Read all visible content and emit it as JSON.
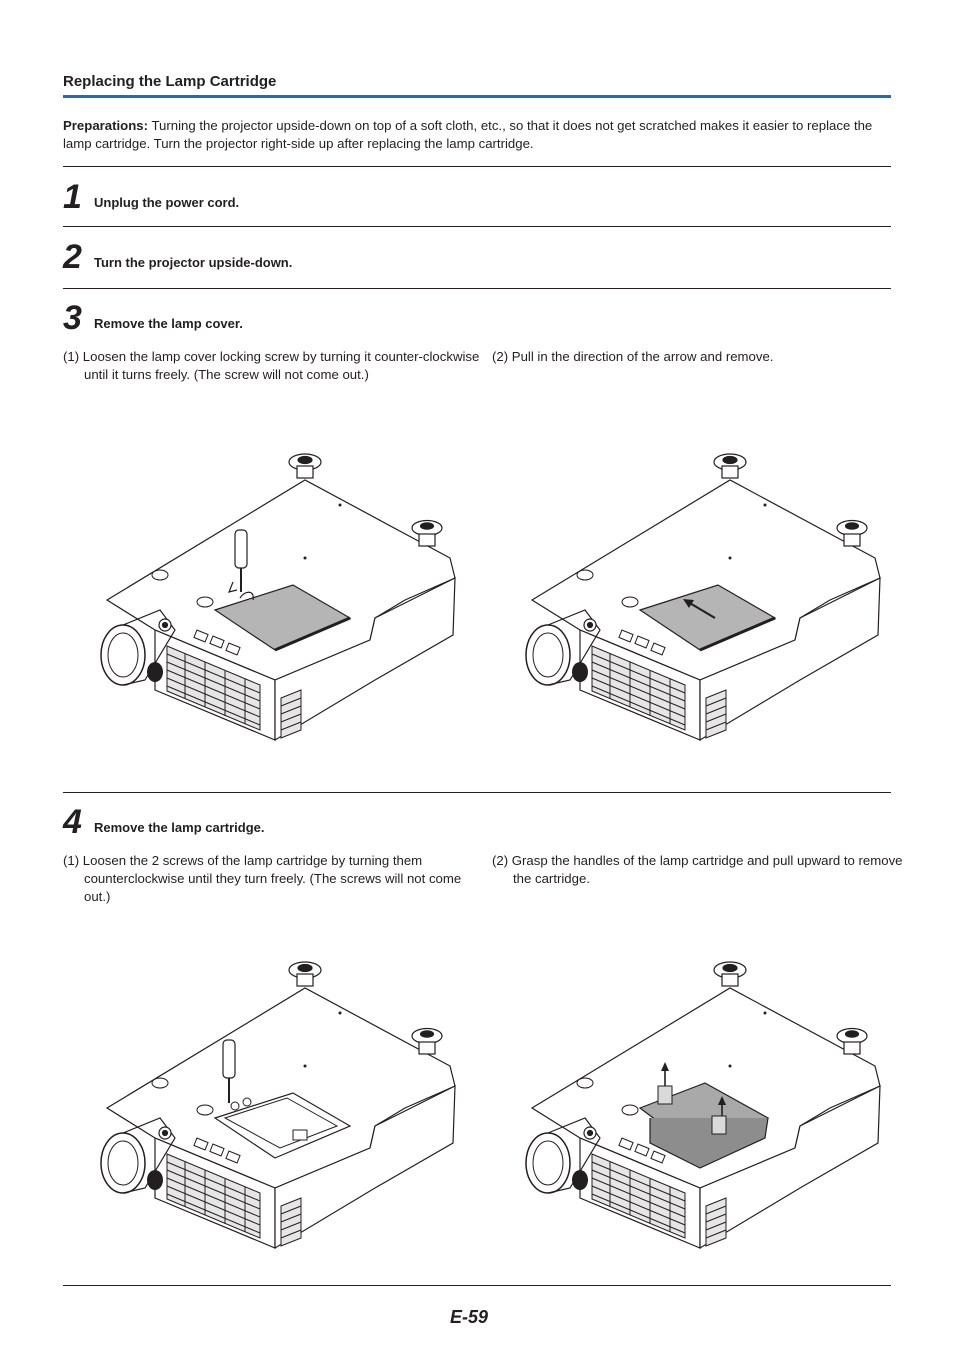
{
  "section": {
    "title": "Replacing the Lamp Cartridge"
  },
  "preparations": {
    "label": "Preparations:",
    "text": " Turning the projector upside-down on top of a soft cloth, etc., so that it does not get scratched makes it easier to replace the lamp cartridge. Turn the projector right-side up after replacing the lamp cartridge."
  },
  "steps": [
    {
      "number": "1",
      "text": "Unplug the power cord."
    },
    {
      "number": "2",
      "text": "Turn the projector upside-down."
    },
    {
      "number": "3",
      "text": "Remove the lamp cover.",
      "sub": [
        "(1) Loosen the lamp cover locking screw by turning it counter-clockwise until it turns freely. (The screw will not come out.)",
        "(2) Pull in the direction of the arrow and remove."
      ]
    },
    {
      "number": "4",
      "text": "Remove the lamp cartridge.",
      "sub": [
        "(1) Loosen the 2 screws of the lamp cartridge by turning them counterclockwise until they turn freely. (The screws will not come out.)",
        "(2) Grasp the handles of the lamp cartridge and pull upward to remove the cartridge."
      ]
    }
  ],
  "page": {
    "number": "E-59"
  },
  "colors": {
    "accent_rule": "#1f6db5",
    "text": "#231f20",
    "cover_gray": "#b5b5b5"
  },
  "illustrations": [
    {
      "name": "projector-screwdriver-cover-icon"
    },
    {
      "name": "projector-cover-arrow-icon"
    },
    {
      "name": "projector-screwdriver-cartridge-icon"
    },
    {
      "name": "projector-cartridge-lift-icon"
    }
  ]
}
